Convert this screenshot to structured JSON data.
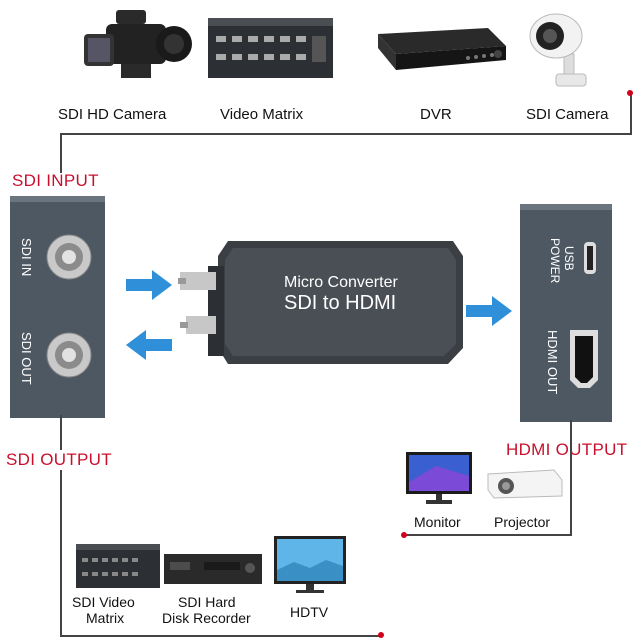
{
  "top_devices": [
    {
      "label": "SDI HD Camera",
      "icon": "video-camera-icon"
    },
    {
      "label": "Video Matrix",
      "icon": "video-matrix-icon"
    },
    {
      "label": "DVR",
      "icon": "dvr-icon"
    },
    {
      "label": "SDI Camera",
      "icon": "security-camera-icon"
    }
  ],
  "sdi_panel": {
    "input_title": "SDI INPUT",
    "output_title": "SDI OUTPUT",
    "port_in": "SDI IN",
    "port_out": "SDI OUT"
  },
  "converter": {
    "line1": "Micro Converter",
    "line2": "SDI to HDMI"
  },
  "hdmi_panel": {
    "usb_label_1": "USB",
    "usb_label_2": "POWER",
    "hdmi_port_label": "HDMI OUT",
    "output_title": "HDMI OUTPUT"
  },
  "hdmi_devices": [
    {
      "label": "Monitor",
      "icon": "monitor-icon"
    },
    {
      "label": "Projector",
      "icon": "projector-icon"
    }
  ],
  "sdi_out_devices": [
    {
      "label_1": "SDI Video",
      "label_2": "Matrix",
      "icon": "video-matrix-icon"
    },
    {
      "label_1": "SDI Hard",
      "label_2": "Disk Recorder",
      "icon": "recorder-icon"
    },
    {
      "label_1": "HDTV",
      "label_2": "",
      "icon": "tv-icon"
    }
  ],
  "colors": {
    "accent": "#c8102e",
    "arrow": "#2f8fd8",
    "device": "#4a5560"
  }
}
